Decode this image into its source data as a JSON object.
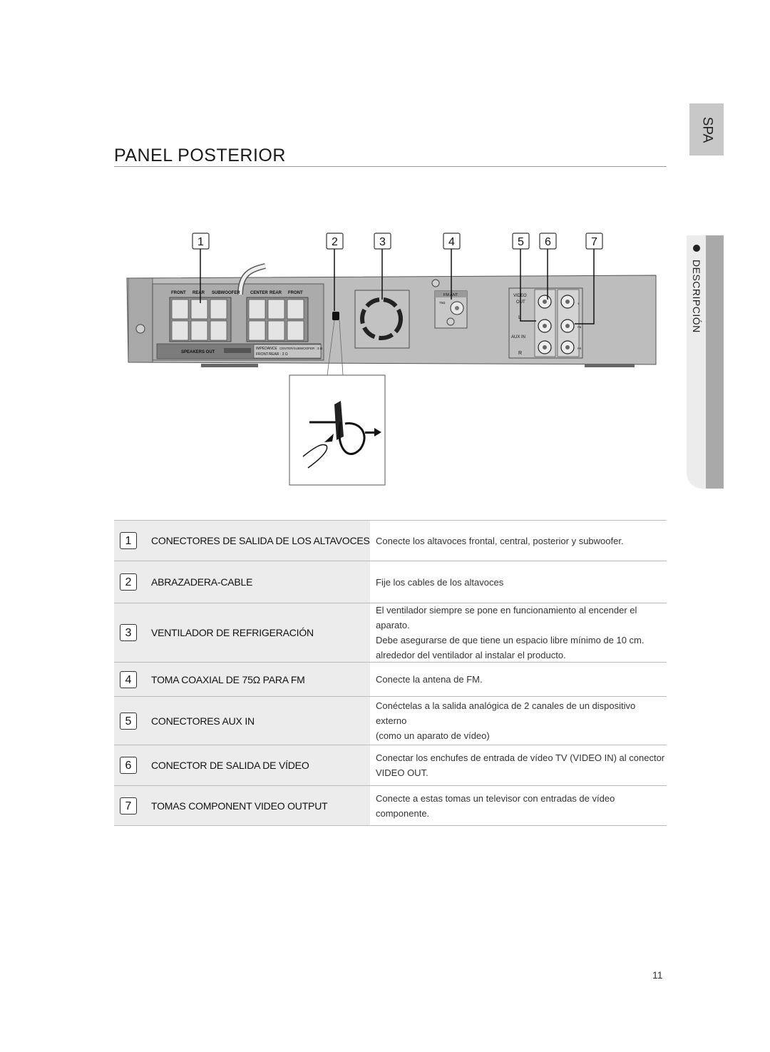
{
  "lang_tab": "SPA",
  "section_label": "DESCRIPCIÓN",
  "page_title": "PANEL POSTERIOR",
  "page_number": "11",
  "callout_numbers": [
    "1",
    "2",
    "3",
    "4",
    "5",
    "6",
    "7"
  ],
  "panel_labels": {
    "front_r": "FRONT",
    "rear_r": "REAR",
    "subwoofer": "SUBWOOFER",
    "center": "CENTER",
    "rear_l": "REAR",
    "front_l": "FRONT",
    "r_mark": "R",
    "l_mark": "L",
    "speakers_out": "SPEAKERS OUT",
    "impedance": "IMPEDANCE",
    "imp_center": "CENTER/SUBWOOFER : 3 Ω",
    "imp_front": "FRONT/REAR : 3 Ω",
    "fm_ant": "FM ANT",
    "fm_75": "75Ω",
    "video": "VIDEO",
    "out": "OUT",
    "aux_in": "AUX IN",
    "l": "L",
    "r": "R",
    "y": "Y",
    "pb": "PB",
    "pr": "PR"
  },
  "rows": [
    {
      "num": "1",
      "label": "CONECTORES DE SALIDA DE LOS ALTAVOCES",
      "lines": [
        "Conecte los altavoces frontal, central, posterior y subwoofer."
      ]
    },
    {
      "num": "2",
      "label": "ABRAZADERA-CABLE",
      "lines": [
        "Fije los cables de los altavoces"
      ]
    },
    {
      "num": "3",
      "label": "VENTILADOR DE REFRIGERACIÓN",
      "lines": [
        "El ventilador siempre se pone en funcionamiento al encender el aparato.",
        "Debe asegurarse de que tiene un espacio libre mínimo de 10 cm.",
        "alrededor del ventilador al instalar el producto."
      ]
    },
    {
      "num": "4",
      "label": "TOMA COAXIAL DE 75Ω PARA FM",
      "lines": [
        "Conecte la antena de FM."
      ]
    },
    {
      "num": "5",
      "label": "CONECTORES AUX IN",
      "lines": [
        "Conéctelas a la salida analógica de 2 canales de un dispositivo externo",
        "(como un aparato de vídeo)"
      ]
    },
    {
      "num": "6",
      "label": "CONECTOR DE SALIDA DE VÍDEO",
      "lines": [
        "Conectar los enchufes de entrada de vídeo TV (VIDEO IN) al conector",
        "VIDEO OUT."
      ]
    },
    {
      "num": "7",
      "label": "TOMAS COMPONENT VIDEO OUTPUT",
      "lines": [
        "Conecte a estas tomas un televisor con entradas de vídeo componente."
      ]
    }
  ]
}
